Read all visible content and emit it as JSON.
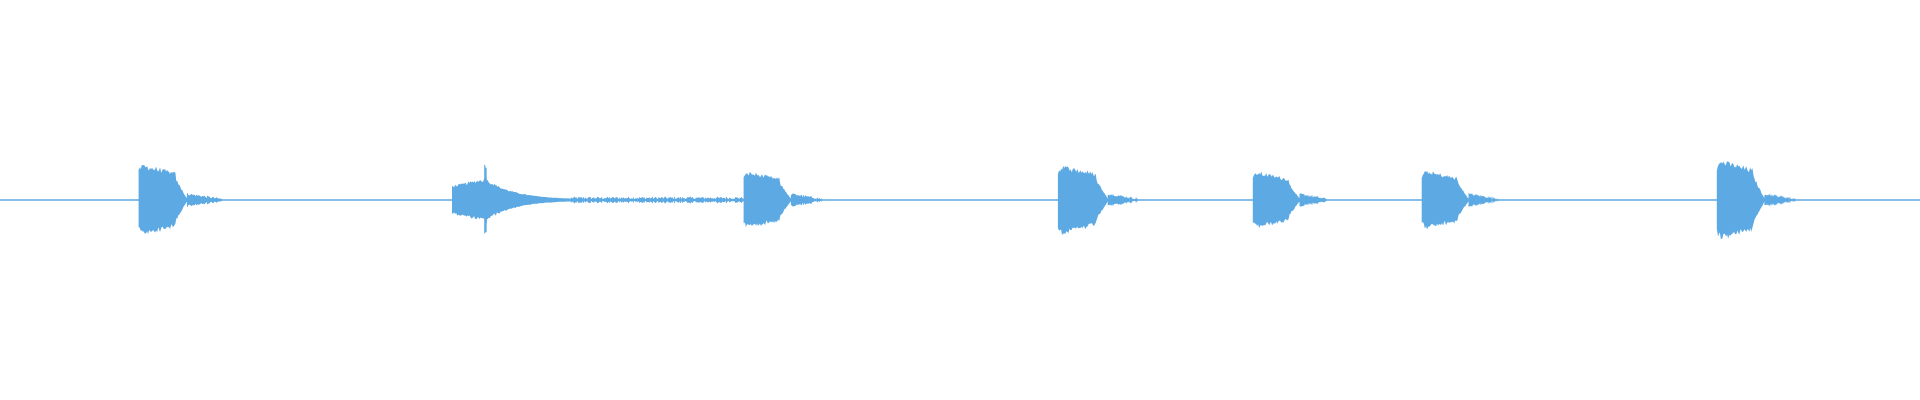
{
  "waveform": {
    "color": "#5DA9E3",
    "background": "#FFFFFF",
    "bursts": [
      {
        "start": 0.0724,
        "end": 0.0976,
        "peak": 0.33,
        "shape": "hit",
        "noise_after": 0.018
      },
      {
        "start": 0.2356,
        "end": 0.2534,
        "peak": 0.2,
        "shape": "ramp",
        "noise_after": 0.0
      },
      {
        "start": 0.2524,
        "end": 0.2976,
        "peak": 0.34,
        "shape": "spike-decay",
        "noise_after": 0.0
      },
      {
        "start": 0.3875,
        "end": 0.4122,
        "peak": 0.26,
        "shape": "hit",
        "noise_after": 0.016
      },
      {
        "start": 0.5512,
        "end": 0.5772,
        "peak": 0.32,
        "shape": "hit",
        "noise_after": 0.016
      },
      {
        "start": 0.6527,
        "end": 0.6771,
        "peak": 0.26,
        "shape": "hit",
        "noise_after": 0.014
      },
      {
        "start": 0.7407,
        "end": 0.7651,
        "peak": 0.27,
        "shape": "hit",
        "noise_after": 0.016
      },
      {
        "start": 0.8944,
        "end": 0.9192,
        "peak": 0.37,
        "shape": "hit",
        "noise_after": 0.016
      }
    ],
    "baseline_noise": 0.004,
    "mid_noise_region": [
      0.2976,
      0.3875
    ]
  }
}
